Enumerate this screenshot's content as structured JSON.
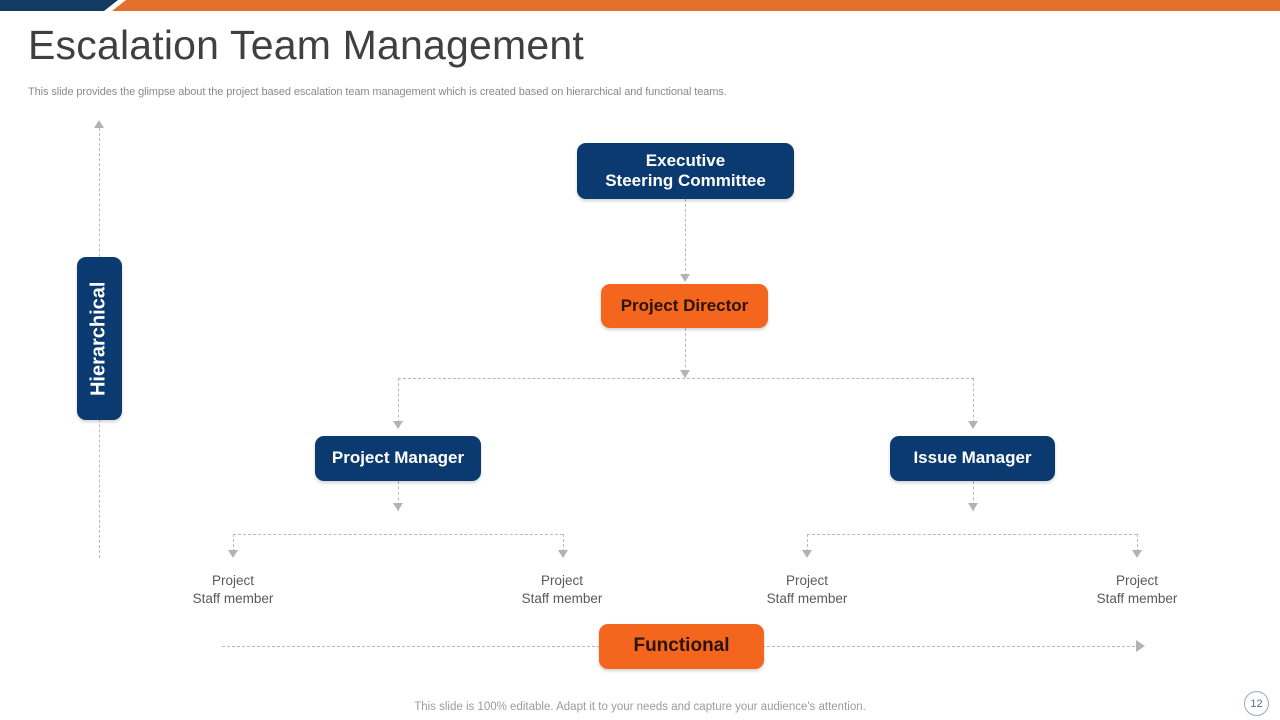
{
  "header": {
    "title": "Escalation Team Management",
    "subtitle": "This slide provides the glimpse about the project based escalation team management which is created based on hierarchical and functional teams."
  },
  "colors": {
    "navy": "#0b3a70",
    "orange": "#f4661e",
    "topbar_navy": "#123a63",
    "topbar_orange": "#e2702c",
    "connector_gray": "#b9b9b9",
    "title_gray": "#404040",
    "subtitle_gray": "#8a8a8a"
  },
  "chart_data": {
    "type": "diagram",
    "title": "Escalation Team Management",
    "nodes": [
      {
        "id": "exec",
        "label_line1": "Executive",
        "label_line2": "Steering Committee",
        "level": 0,
        "color": "navy"
      },
      {
        "id": "director",
        "label_line1": "Project Director",
        "level": 1,
        "color": "orange"
      },
      {
        "id": "pm",
        "label_line1": "Project Manager",
        "level": 2,
        "color": "navy"
      },
      {
        "id": "im",
        "label_line1": "Issue Manager",
        "level": 2,
        "color": "navy"
      },
      {
        "id": "staff0",
        "label_line1": "Project",
        "label_line2": "Staff member",
        "level": 3,
        "color": "none"
      },
      {
        "id": "staff1",
        "label_line1": "Project",
        "label_line2": "Staff member",
        "level": 3,
        "color": "none"
      },
      {
        "id": "staff2",
        "label_line1": "Project",
        "label_line2": "Staff member",
        "level": 3,
        "color": "none"
      },
      {
        "id": "staff3",
        "label_line1": "Project",
        "label_line2": "Staff member",
        "level": 3,
        "color": "none"
      }
    ],
    "edges": [
      {
        "from": "exec",
        "to": "director"
      },
      {
        "from": "director",
        "to": "pm"
      },
      {
        "from": "director",
        "to": "im"
      },
      {
        "from": "pm",
        "to": "staff0"
      },
      {
        "from": "pm",
        "to": "staff1"
      },
      {
        "from": "im",
        "to": "staff2"
      },
      {
        "from": "im",
        "to": "staff3"
      }
    ],
    "axis_labels": {
      "vertical": "Hierarchical",
      "horizontal": "Functional"
    }
  },
  "nodes": {
    "exec": {
      "line1": "Executive",
      "line2": "Steering Committee"
    },
    "director": {
      "label": "Project Director"
    },
    "project_manager": {
      "label": "Project Manager"
    },
    "issue_manager": {
      "label": "Issue Manager"
    },
    "hierarchical": {
      "label": "Hierarchical"
    },
    "functional": {
      "label": "Functional"
    }
  },
  "staff": [
    {
      "line1": "Project",
      "line2": "Staff member"
    },
    {
      "line1": "Project",
      "line2": "Staff member"
    },
    {
      "line1": "Project",
      "line2": "Staff member"
    },
    {
      "line1": "Project",
      "line2": "Staff member"
    }
  ],
  "footer": {
    "note": "This slide is 100% editable. Adapt it to your needs and capture your audience's attention.",
    "page_number": "12"
  }
}
